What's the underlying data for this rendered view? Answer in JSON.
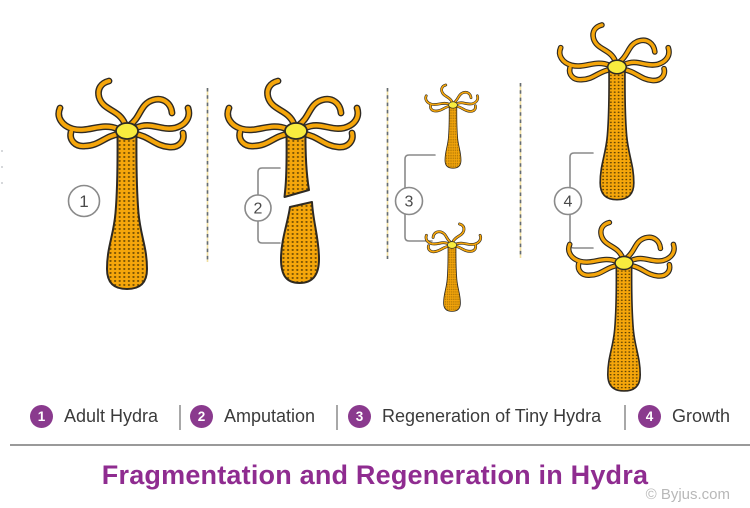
{
  "title": "Fragmentation and Regeneration in Hydra",
  "watermark": "© Byjus.com",
  "stages": [
    {
      "number": "1",
      "label": "Adult Hydra"
    },
    {
      "number": "2",
      "label": "Amputation"
    },
    {
      "number": "3",
      "label": "Regeneration of Tiny Hydra"
    },
    {
      "number": "4",
      "label": "Growth"
    }
  ],
  "colors": {
    "title": "#8F2C90",
    "legend_badge": "#8A3A8E",
    "hydra_body": "#F5A60B",
    "hydra_head": "#F8EC3E",
    "outline": "#2E2A24",
    "marker_ring": "#8A8A8A",
    "watermark": "#B8B8B8"
  }
}
